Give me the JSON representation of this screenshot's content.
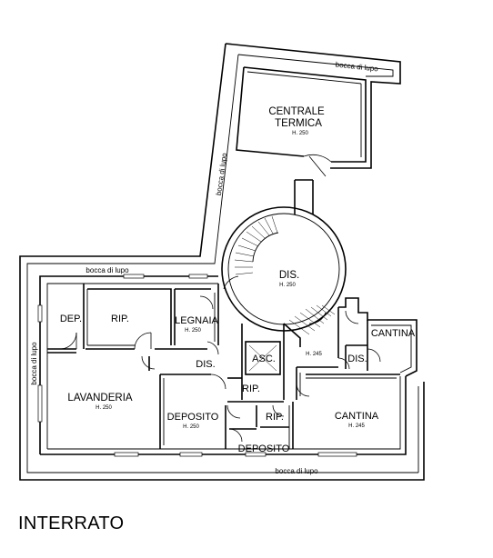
{
  "plan_title": "INTERRATO",
  "rooms": {
    "centrale": {
      "name_line1": "CENTRALE",
      "name_line2": "TERMICA",
      "height": "H. 250"
    },
    "dis_main": {
      "name": "DIS.",
      "height": "H. 250"
    },
    "dep": {
      "name": "DEP."
    },
    "rip_left": {
      "name": "RIP."
    },
    "legnaia": {
      "name": "LEGNAIA",
      "height": "H. 250"
    },
    "lavanderia": {
      "name": "LAVANDERIA",
      "height": "H. 250"
    },
    "dis_hall": {
      "name": "DIS."
    },
    "asc": {
      "name": "ASC."
    },
    "rip_mid": {
      "name": "RIP."
    },
    "deposito_big": {
      "name": "DEPOSITO",
      "height": "H. 250"
    },
    "rip_small": {
      "name": "RIP."
    },
    "deposito_small": {
      "name": "DEPOSITO"
    },
    "stair_landing": {
      "height": "H. 245"
    },
    "cantina_small": {
      "name": "CANTINA"
    },
    "dis_right": {
      "name": "DIS."
    },
    "cantina_big": {
      "name": "CANTINA",
      "height": "H. 245"
    }
  },
  "labels": {
    "bocca_top": "bocca di lupo",
    "bocca_diag": "bocca di lupo",
    "bocca_mid": "bocca di lupo",
    "bocca_left": "bocca di lupo",
    "bocca_bottom": "bocca di lupo"
  }
}
